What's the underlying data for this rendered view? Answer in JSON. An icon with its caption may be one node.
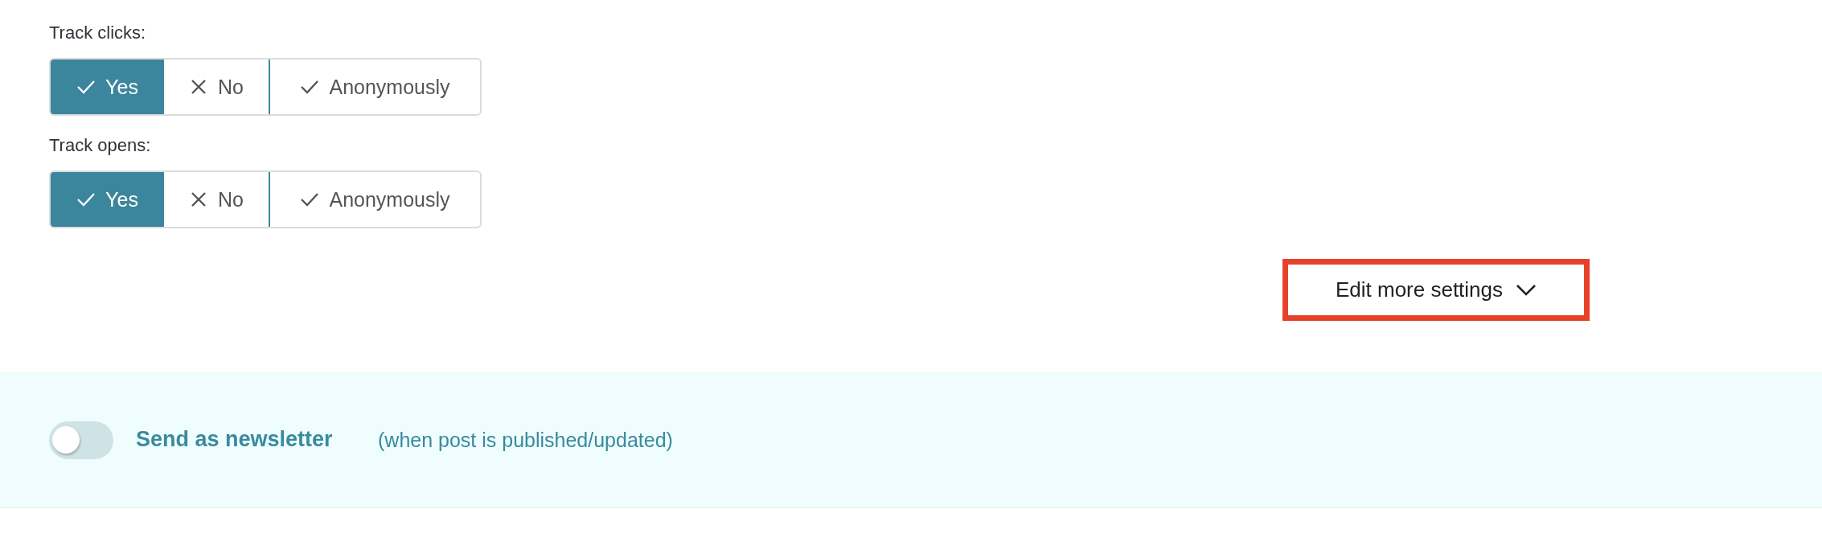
{
  "diagram": {
    "nodes": [
      {
        "text": [
          "Edit more settings"
        ]
      }
    ],
    "labels": [
      "Track clicks:",
      "Yes",
      "No",
      "Anonymously",
      "Track opens:",
      "Yes",
      "No",
      "Anonymously",
      "Send as newsletter",
      "(when post is published/updated)"
    ]
  }
}
